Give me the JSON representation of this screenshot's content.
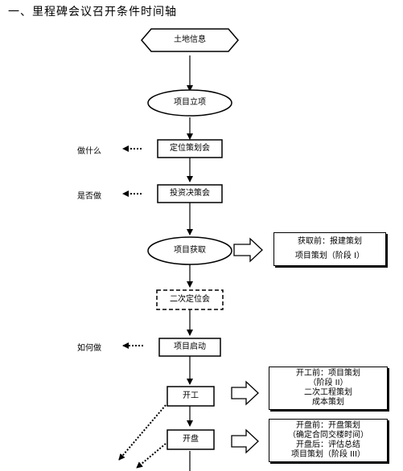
{
  "heading": "一、里程碑会议召开条件时间轴",
  "nodes": {
    "land_info": "土地信息",
    "project_setup": "项目立项",
    "positioning_meeting": "定位策划会",
    "investment_meeting": "投资决策会",
    "project_acquisition": "项目获取",
    "second_positioning": "二次定位会",
    "project_launch": "项目启动",
    "construction_start": "开工",
    "sales_open": "开盘"
  },
  "side_labels": {
    "what": "做什么",
    "whether": "是否做",
    "how": "如何做"
  },
  "notes": {
    "acquisition": [
      "获取前：报建策划",
      "项目策划（阶段 I）"
    ],
    "construction": [
      "开工前：项目策划",
      "（阶段 II）",
      "二次工程策划",
      "成本策划"
    ],
    "sales": [
      "开盘前：开盘策划",
      "（确定合同交楼时间）",
      "开盘后：评估总结",
      "项目策划（阶段 III）"
    ]
  }
}
